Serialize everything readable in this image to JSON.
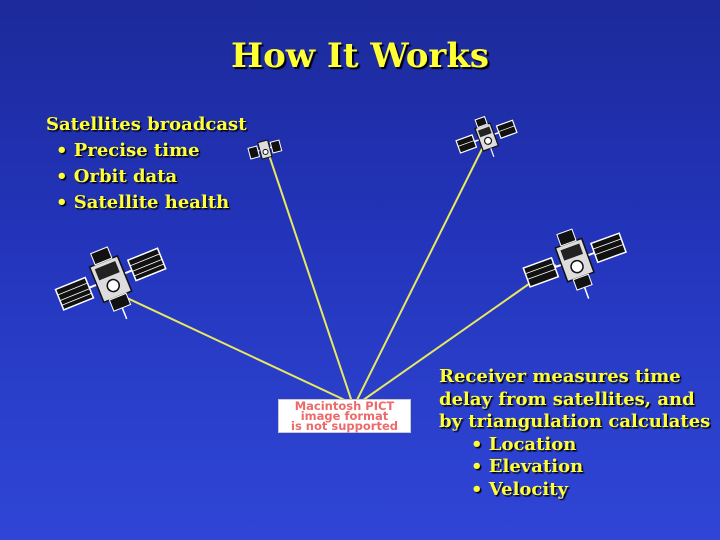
{
  "slide": {
    "title": "How It Works",
    "left_text": {
      "heading": "Satellites broadcast",
      "bullets": [
        "Precise time",
        "Orbit data",
        "Satellite health"
      ]
    },
    "right_text": {
      "lines": [
        "Receiver measures time",
        "delay from satellites, and",
        "by triangulation calculates"
      ],
      "bullets": [
        "Location",
        "Elevation",
        "Velocity"
      ]
    },
    "placeholder": {
      "lines": [
        "Macintosh PICT",
        "image format",
        "is not supported"
      ]
    },
    "bullet_symbol": "•"
  },
  "colors": {
    "background": "#2233b8",
    "text": "#ffff33",
    "signal_line": "#e8e860",
    "placeholder_text": "#ee6a6a"
  },
  "icons": [
    "satellite-icon",
    "receiver-image-placeholder"
  ]
}
